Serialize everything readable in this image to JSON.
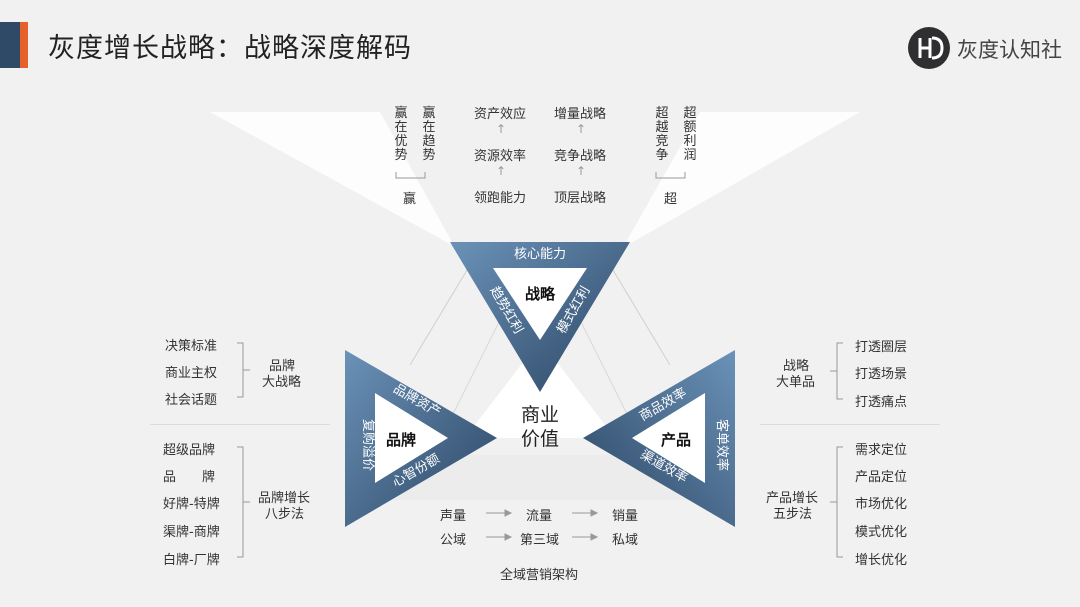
{
  "header": {
    "title": "灰度增长战略：战略深度解码",
    "logo_text": "灰度认知社"
  },
  "strategy": {
    "center": "战略",
    "top": "核心能力",
    "left": "趋势红利",
    "right": "模式红利"
  },
  "brand": {
    "center": "品牌",
    "top": "品牌资产",
    "bottom": "心智份额",
    "left": "复购溢价"
  },
  "product": {
    "center": "产品",
    "top": "商品效率",
    "bottom": "渠道效率",
    "right": "客单效率"
  },
  "core": {
    "line1": "商业",
    "line2": "价值"
  },
  "top_section": {
    "ying_col1": "赢在优势",
    "ying_col2": "赢在趋势",
    "ying_label": "赢",
    "ability_chain": [
      "资产效应",
      "资源效率",
      "领跑能力"
    ],
    "strategy_chain": [
      "增量战略",
      "竞争战略",
      "顶层战略"
    ],
    "chao_col1": "超越竞争",
    "chao_col2": "超额利润",
    "chao_label": "超"
  },
  "left_section": {
    "brand_strategy_items": [
      "决策标准",
      "商业主权",
      "社会话题"
    ],
    "brand_strategy_label_1": "品牌",
    "brand_strategy_label_2": "大战略",
    "brand_steps_items": [
      "超级品牌",
      "品　　牌",
      "好牌-特牌",
      "渠牌-商牌",
      "白牌-厂牌"
    ],
    "brand_steps_label_1": "品牌增长",
    "brand_steps_label_2": "八步法"
  },
  "right_section": {
    "product_strategy_items": [
      "打透圈层",
      "打透场景",
      "打透痛点"
    ],
    "product_strategy_label_1": "战略",
    "product_strategy_label_2": "大单品",
    "product_steps_items": [
      "需求定位",
      "产品定位",
      "市场优化",
      "模式优化",
      "增长优化"
    ],
    "product_steps_label_1": "产品增长",
    "product_steps_label_2": "五步法"
  },
  "bottom_section": {
    "row1": [
      "声量",
      "流量",
      "销量"
    ],
    "row2": [
      "公域",
      "第三域",
      "私域"
    ],
    "label": "全域营销架构"
  },
  "colors": {
    "triangle_dark": "#2f4a66",
    "triangle_light": "#5f86ad",
    "accent": "#e5602a"
  }
}
